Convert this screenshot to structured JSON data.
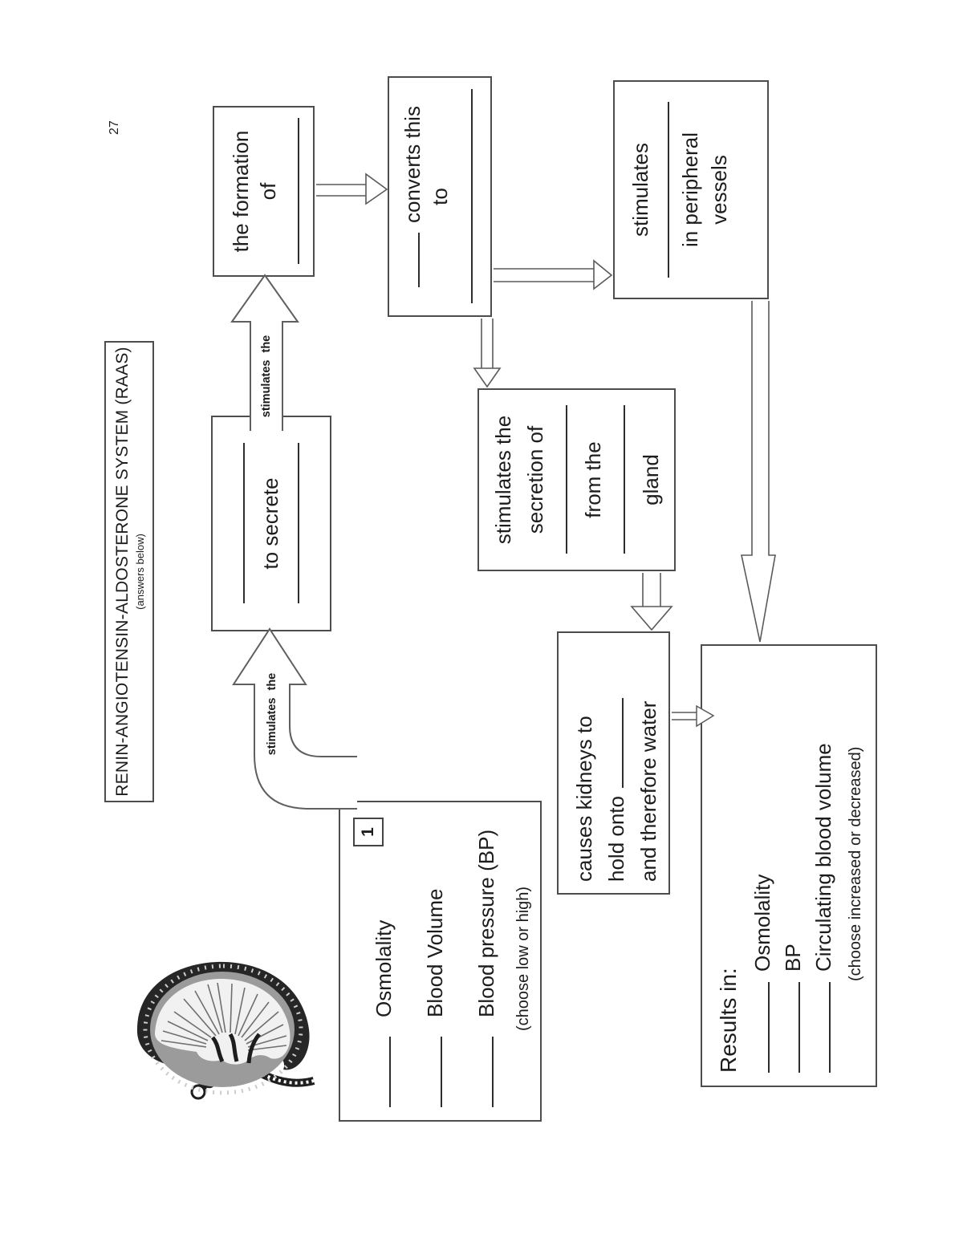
{
  "page_number": "27",
  "header": {
    "title": "RENIN-ANGIOTENSIN-ALDOSTERONE SYSTEM (RAAS)",
    "subtitle": "(answers below)"
  },
  "arrows": {
    "label_1": "stimulates the",
    "label_2": "stimulates the"
  },
  "triggers_box": {
    "badge": "1",
    "items": [
      "Osmolality",
      "Blood Volume",
      "Blood pressure (BP)"
    ],
    "note": "(choose low or high)"
  },
  "secrete_box": {
    "text": "to secrete"
  },
  "formation_box": {
    "line1": "the formation",
    "line2": "of"
  },
  "converts_box": {
    "line1": "converts this",
    "line2": "to"
  },
  "peripheral_box": {
    "line1": "stimulates",
    "line2": "in peripheral",
    "line3": "vessels"
  },
  "secretion_box": {
    "line1": "stimulates the",
    "line2": "secretion of",
    "line3": "from the",
    "line4": "gland"
  },
  "kidneys_box": {
    "line1": "causes kidneys to",
    "line2": "hold onto",
    "line3": "and therefore water"
  },
  "results_box": {
    "heading": "Results in:",
    "items": [
      "Osmolality",
      "BP",
      "Circulating blood volume"
    ],
    "note": "(choose increased or decreased)"
  },
  "icons": {
    "kidney_illustration": "kidney-cross-section-engraving"
  },
  "colors": {
    "ink": "#1c1c1c",
    "line": "#4d4d4d"
  }
}
